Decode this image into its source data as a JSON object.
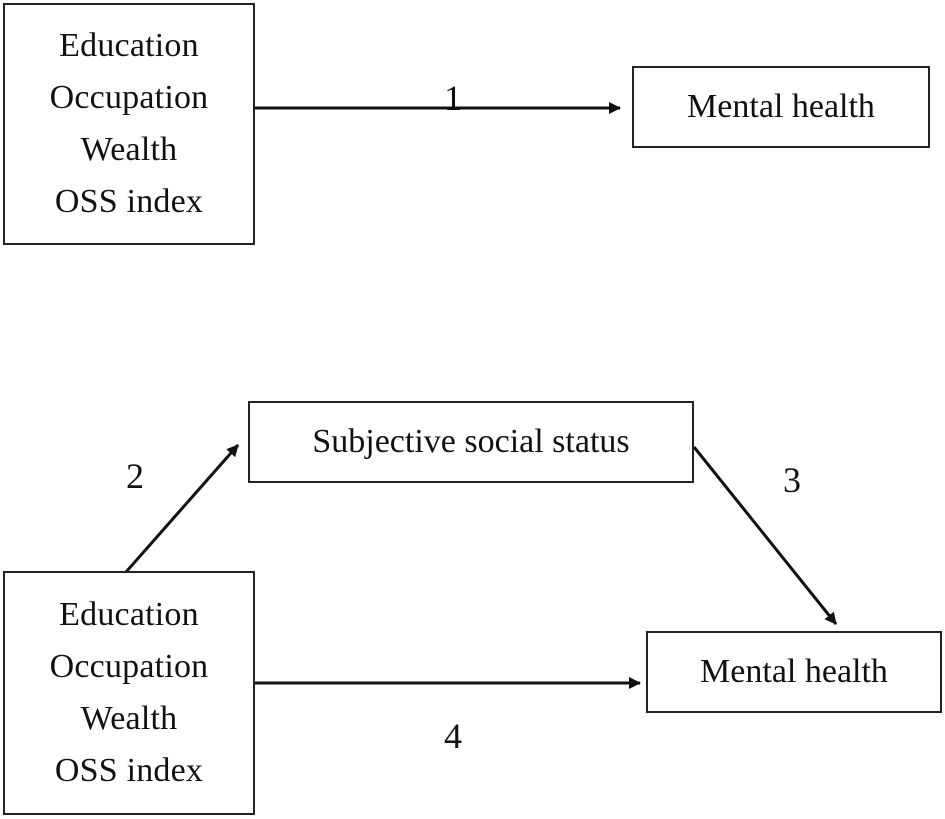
{
  "diagram": {
    "model1": {
      "predictors": [
        "Education",
        "Occupation",
        "Wealth",
        "OSS index"
      ],
      "outcome": "Mental health",
      "path_label": "1"
    },
    "model2": {
      "predictors": [
        "Education",
        "Occupation",
        "Wealth",
        "OSS index"
      ],
      "mediator": "Subjective social status",
      "outcome": "Mental health",
      "path_labels": {
        "predictors_to_mediator": "2",
        "mediator_to_outcome": "3",
        "predictors_to_outcome": "4"
      }
    },
    "colors": {
      "stroke": "#111111",
      "background": "#ffffff"
    }
  }
}
